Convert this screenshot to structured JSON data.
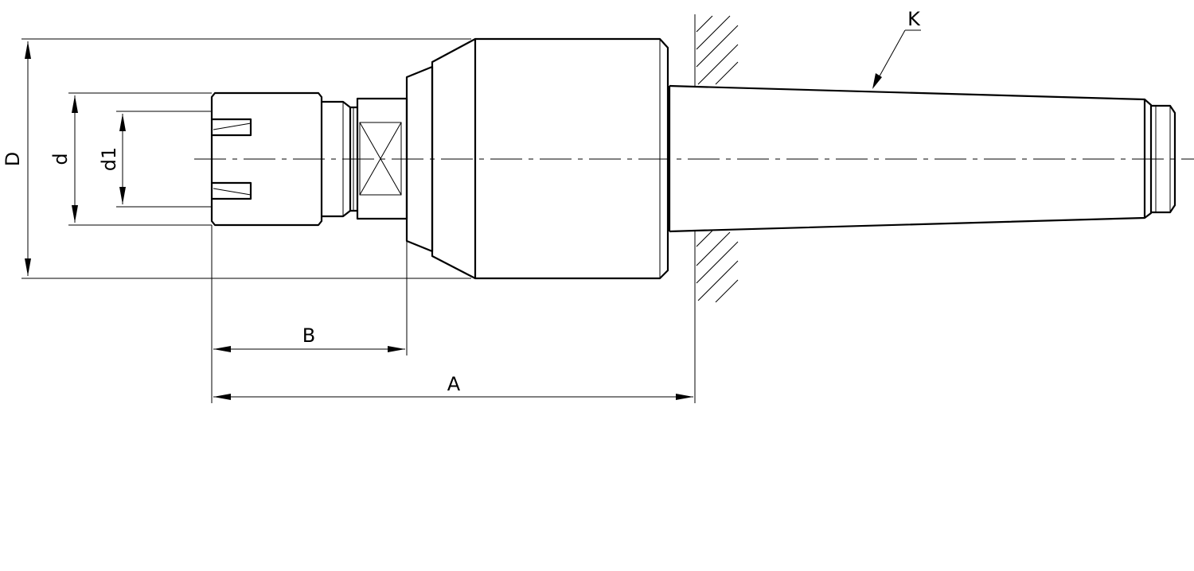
{
  "labels": {
    "D": "D",
    "d": "d",
    "d1": "d1",
    "B": "B",
    "A": "A",
    "K": "K"
  },
  "colors": {
    "highlight": "#1ea0dc",
    "line": "#000000"
  }
}
